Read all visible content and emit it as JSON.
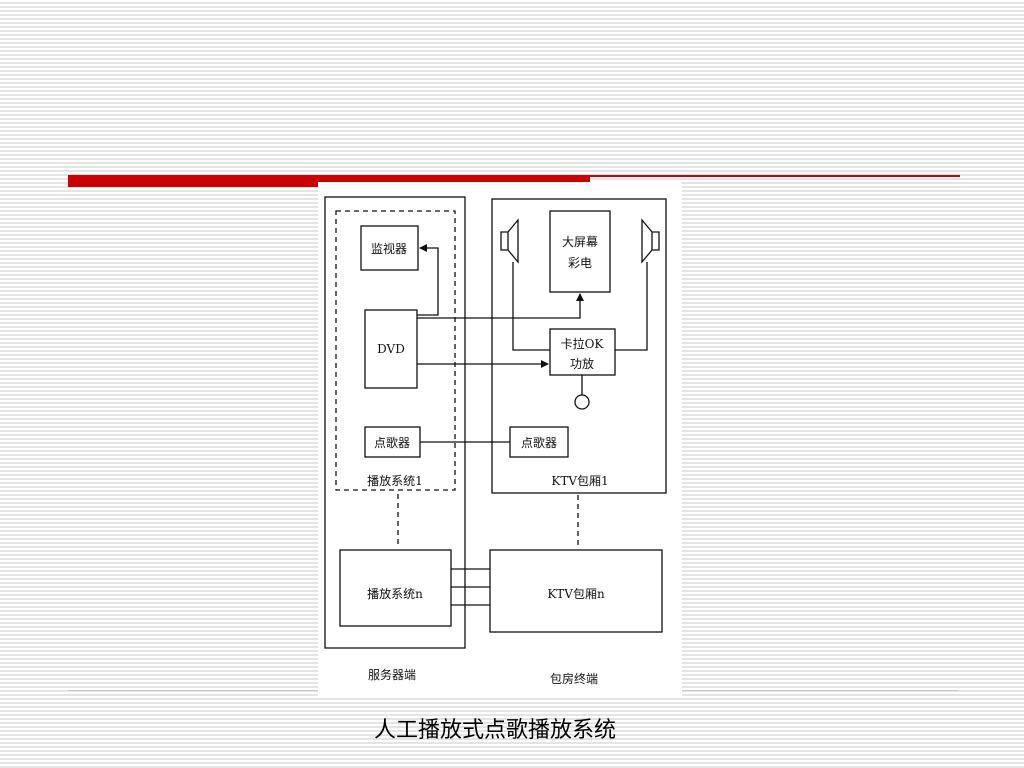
{
  "diagram": {
    "caption": "人工播放式点歌播放系统",
    "nodes": {
      "monitor": "监视器",
      "dvd": "DVD",
      "song_selector_server": "点歌器",
      "playback_system_1": "播放系统1",
      "big_screen_line1": "大屏幕",
      "big_screen_line2": "彩电",
      "karaoke_amp_line1": "卡拉OK",
      "karaoke_amp_line2": "功放",
      "song_selector_room": "点歌器",
      "ktv_room_1": "KTV包厢1",
      "playback_system_n": "播放系统n",
      "ktv_room_n": "KTV包厢n",
      "server_side": "服务器端",
      "room_terminal": "包房终端"
    }
  }
}
